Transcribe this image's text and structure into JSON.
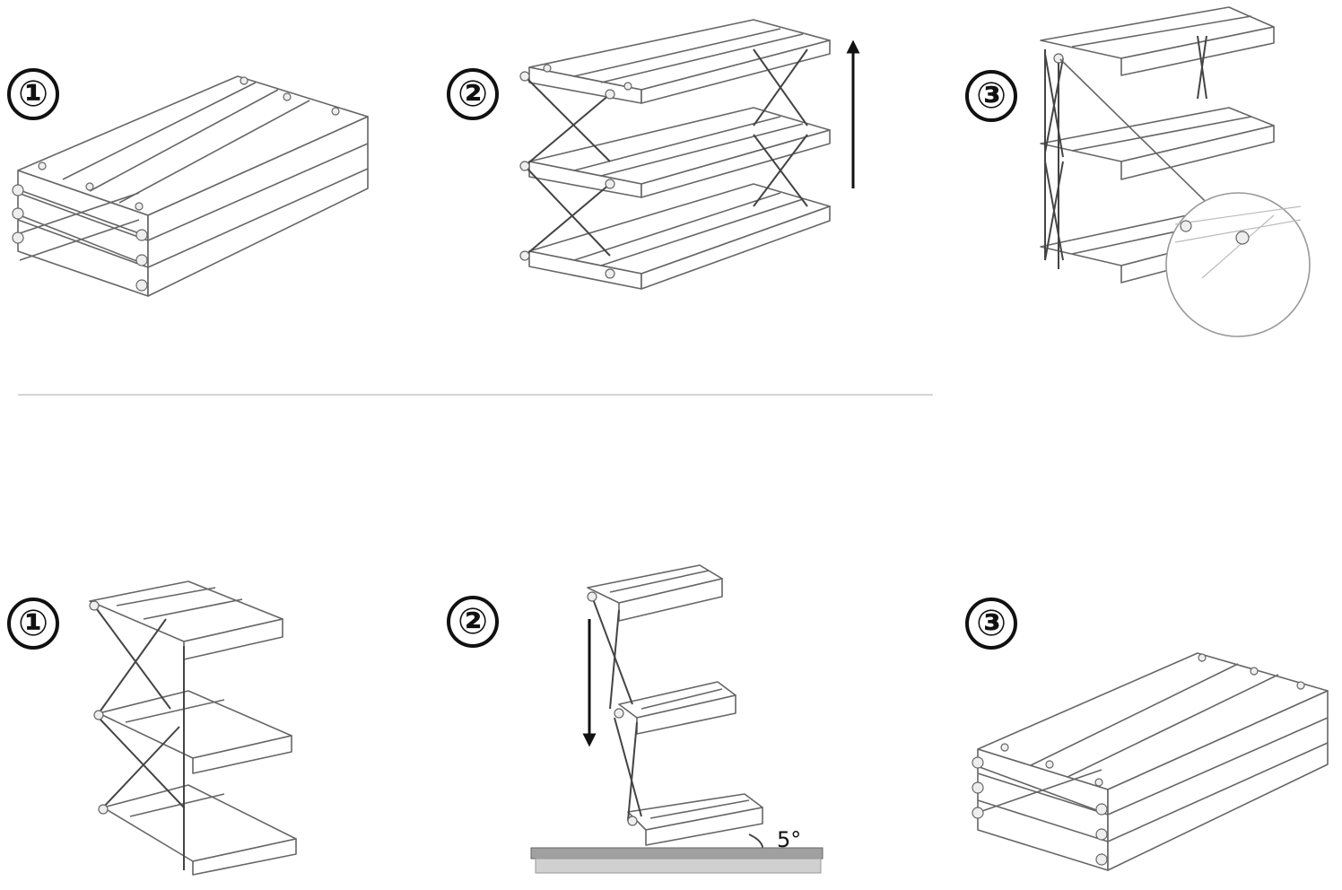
{
  "assembly": {
    "steps": [
      {
        "number": "①",
        "illustration": "folded-rack"
      },
      {
        "number": "②",
        "illustration": "unfolding-rack-arrow-up"
      },
      {
        "number": "③",
        "illustration": "assembled-rack-with-detail-zoom"
      }
    ]
  },
  "folding": {
    "steps": [
      {
        "number": "①",
        "illustration": "assembled-rack"
      },
      {
        "number": "②",
        "illustration": "folding-rack-arrow-down"
      },
      {
        "number": "③",
        "illustration": "folded-rack"
      }
    ],
    "tilt_angle_label": "5°"
  },
  "colors": {
    "line": "#666666",
    "ink": "#111111",
    "floor": "#a0a0a0"
  }
}
